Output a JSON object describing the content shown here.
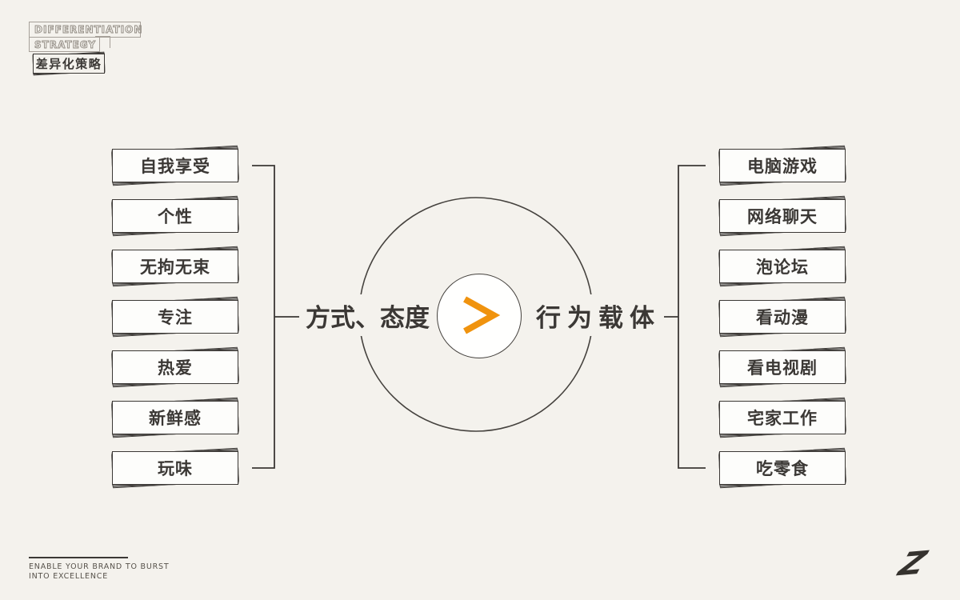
{
  "palette": {
    "background": "#f4f2ed",
    "ink": "#3b3835",
    "accent_orange": "#f0930e",
    "muted_gray": "#8f8981"
  },
  "header": {
    "title_en_line1": "DIFFERENTIATION",
    "title_en_line2": "STRATEGY",
    "title_zh": "差异化策略"
  },
  "diagram": {
    "left_group_label": "方式、态度",
    "right_group_label": "行为载体",
    "center_symbol": "greater-than-chevron",
    "left_items": [
      "自我享受",
      "个性",
      "无拘无束",
      "专注",
      "热爱",
      "新鲜感",
      "玩味"
    ],
    "right_items": [
      "电脑游戏",
      "网络聊天",
      "泡论坛",
      "看动漫",
      "看电视剧",
      "宅家工作",
      "吃零食"
    ]
  },
  "footer": {
    "tagline_line1": "ENABLE YOUR BRAND TO BURST",
    "tagline_line2": "INTO EXCELLENCE",
    "logo_letter": "Z"
  }
}
